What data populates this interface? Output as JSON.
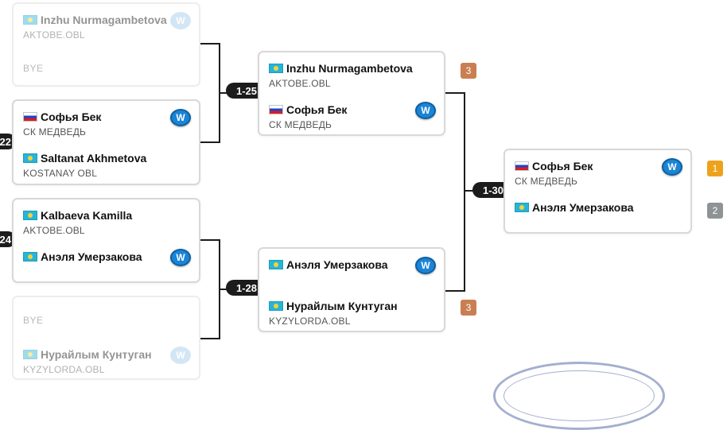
{
  "round1": [
    {
      "faded": true,
      "top": {
        "flag": "kz",
        "name": "Inzhu Nurmagambetova",
        "club": "AKTOBE.OBL",
        "winner": true,
        "winner_label": "W"
      },
      "bottom": {
        "bye": true,
        "bye_label": "BYE"
      }
    },
    {
      "faded": false,
      "seed": "22",
      "top": {
        "flag": "ru",
        "name": "Софья Бек",
        "club": "СК МЕДВЕДЬ",
        "winner": true,
        "winner_label": "W"
      },
      "bottom": {
        "flag": "kz",
        "name": "Saltanat Akhmetova",
        "club": "KOSTANAY OBL",
        "winner": false
      }
    },
    {
      "faded": false,
      "seed": "24",
      "top": {
        "flag": "kz",
        "name": "Kalbaeva Kamilla",
        "club": "AKTOBE.OBL",
        "winner": false
      },
      "bottom": {
        "flag": "kz",
        "name": "Анэля Умерзакова",
        "club": "",
        "winner": true,
        "winner_label": "W"
      }
    },
    {
      "faded": true,
      "top": {
        "bye": true,
        "bye_label": "BYE"
      },
      "bottom": {
        "flag": "kz",
        "name": "Нурайлым Кунтуган",
        "club": "KYZYLORDA.OBL",
        "winner": true,
        "winner_label": "W"
      }
    }
  ],
  "round2": [
    {
      "match": "1-25",
      "rank": "3",
      "top": {
        "flag": "kz",
        "name": "Inzhu Nurmagambetova",
        "club": "AKTOBE.OBL",
        "winner": false
      },
      "bottom": {
        "flag": "ru",
        "name": "Софья Бек",
        "club": "СК МЕДВЕДЬ",
        "winner": true,
        "winner_label": "W"
      }
    },
    {
      "match": "1-28",
      "rank": "3",
      "top": {
        "flag": "kz",
        "name": "Анэля Умерзакова",
        "club": "",
        "winner": true,
        "winner_label": "W"
      },
      "bottom": {
        "flag": "kz",
        "name": "Нурайлым Кунтуган",
        "club": "KYZYLORDA.OBL",
        "winner": false
      }
    }
  ],
  "final": {
    "match": "1-30",
    "top": {
      "flag": "ru",
      "name": "Софья Бек",
      "club": "СК МЕДВЕДЬ",
      "winner": true,
      "winner_label": "W",
      "rank": "1"
    },
    "bottom": {
      "flag": "kz",
      "name": "Анэля Умерзакова",
      "club": "",
      "winner": false,
      "rank": "2"
    }
  },
  "colors": {
    "gold": "#eea21b",
    "silver": "#8e9396",
    "bronze": "#c97f52",
    "winner_badge": "#1a84d6"
  }
}
